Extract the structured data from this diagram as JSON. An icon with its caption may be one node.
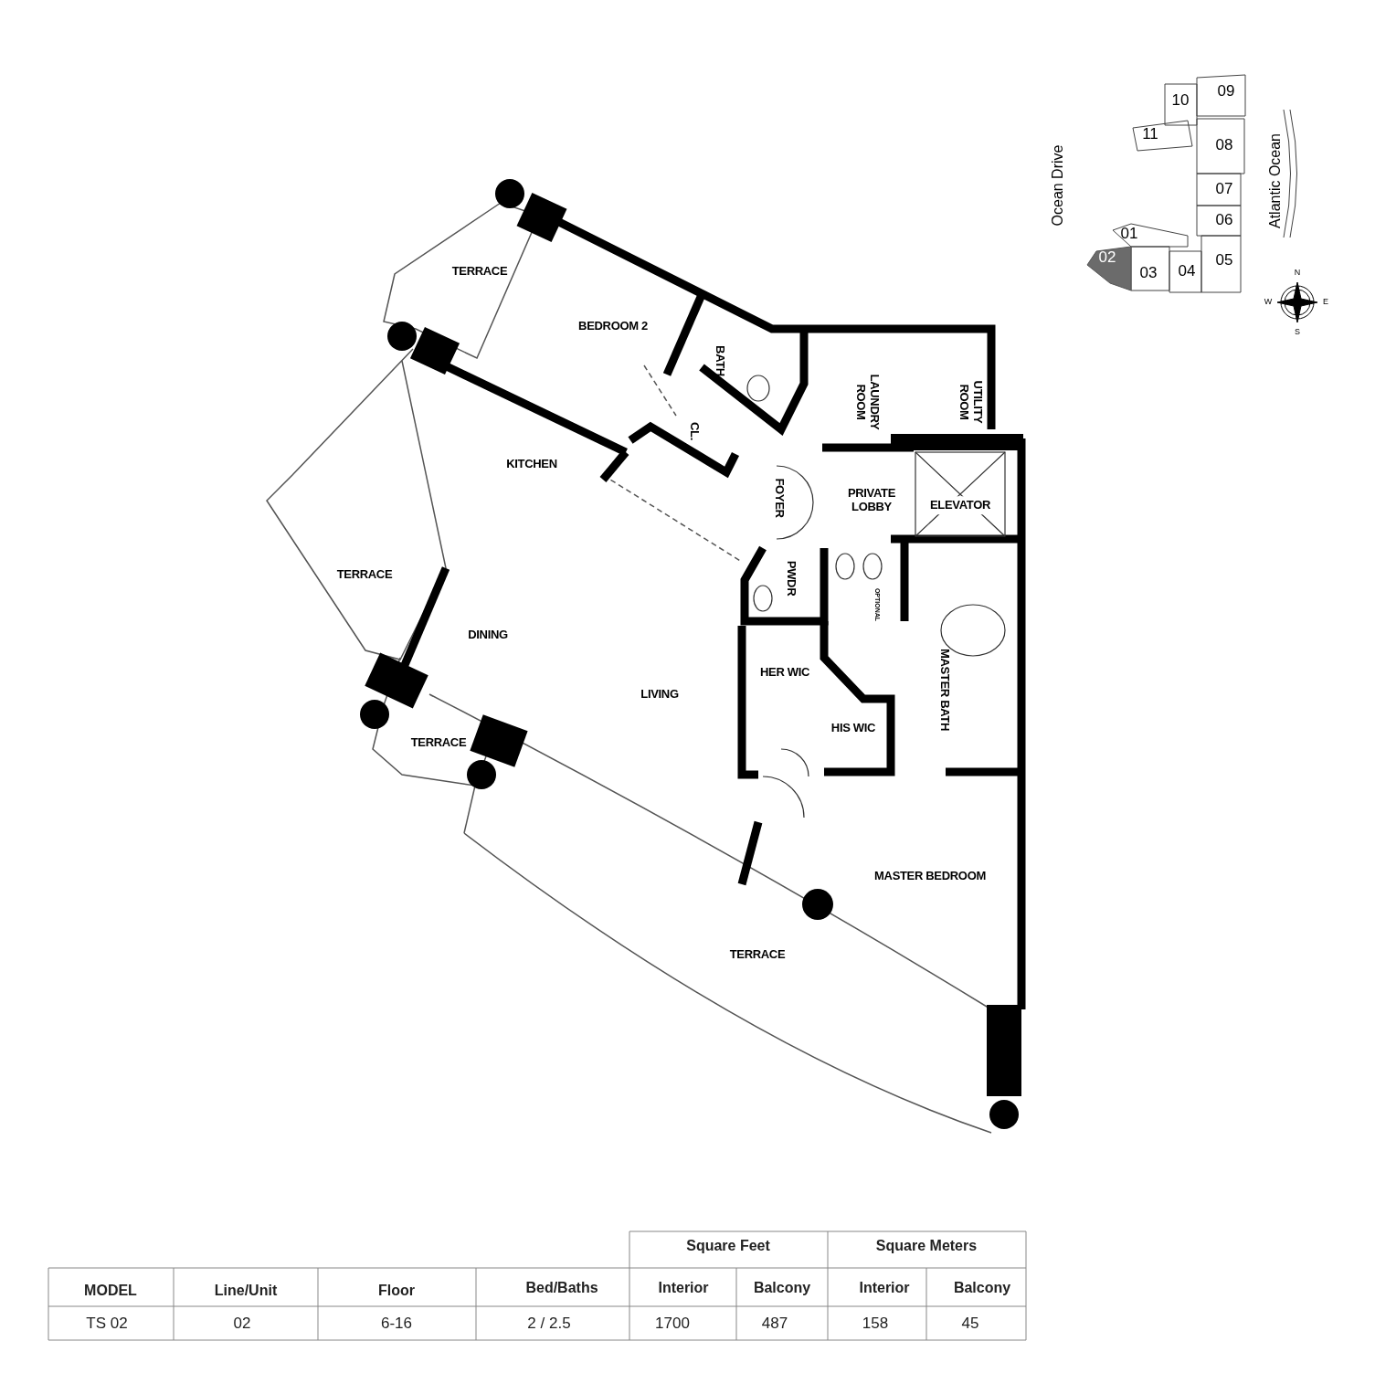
{
  "diagram": {
    "labels": [
      "TERRACE",
      "BEDROOM 2",
      "BATH",
      "LAUNDRY ROOM",
      "UTILITY ROOM",
      "KITCHEN",
      "CL.",
      "FOYER",
      "PRIVATE LOBBY",
      "ELEVATOR",
      "TERRACE",
      "PWDR",
      "OPTIONAL",
      "DINING",
      "MASTER BATH",
      "HER WIC",
      "LIVING",
      "HIS WIC",
      "TERRACE",
      "MASTER BEDROOM",
      "TERRACE",
      "10",
      "09",
      "11",
      "08",
      "Ocean Drive",
      "Atlantic Ocean",
      "07",
      "06",
      "01",
      "02",
      "05",
      "03",
      "04",
      "N",
      "W",
      "E",
      "S",
      "Square Feet",
      "Square Meters",
      "MODEL",
      "Line/Unit",
      "Floor",
      "Bed/Baths",
      "Interior",
      "Balcony",
      "Interior",
      "Balcony",
      "TS 02",
      "02",
      "6-16",
      "2 / 2.5",
      "1700",
      "487",
      "158",
      "45"
    ]
  }
}
